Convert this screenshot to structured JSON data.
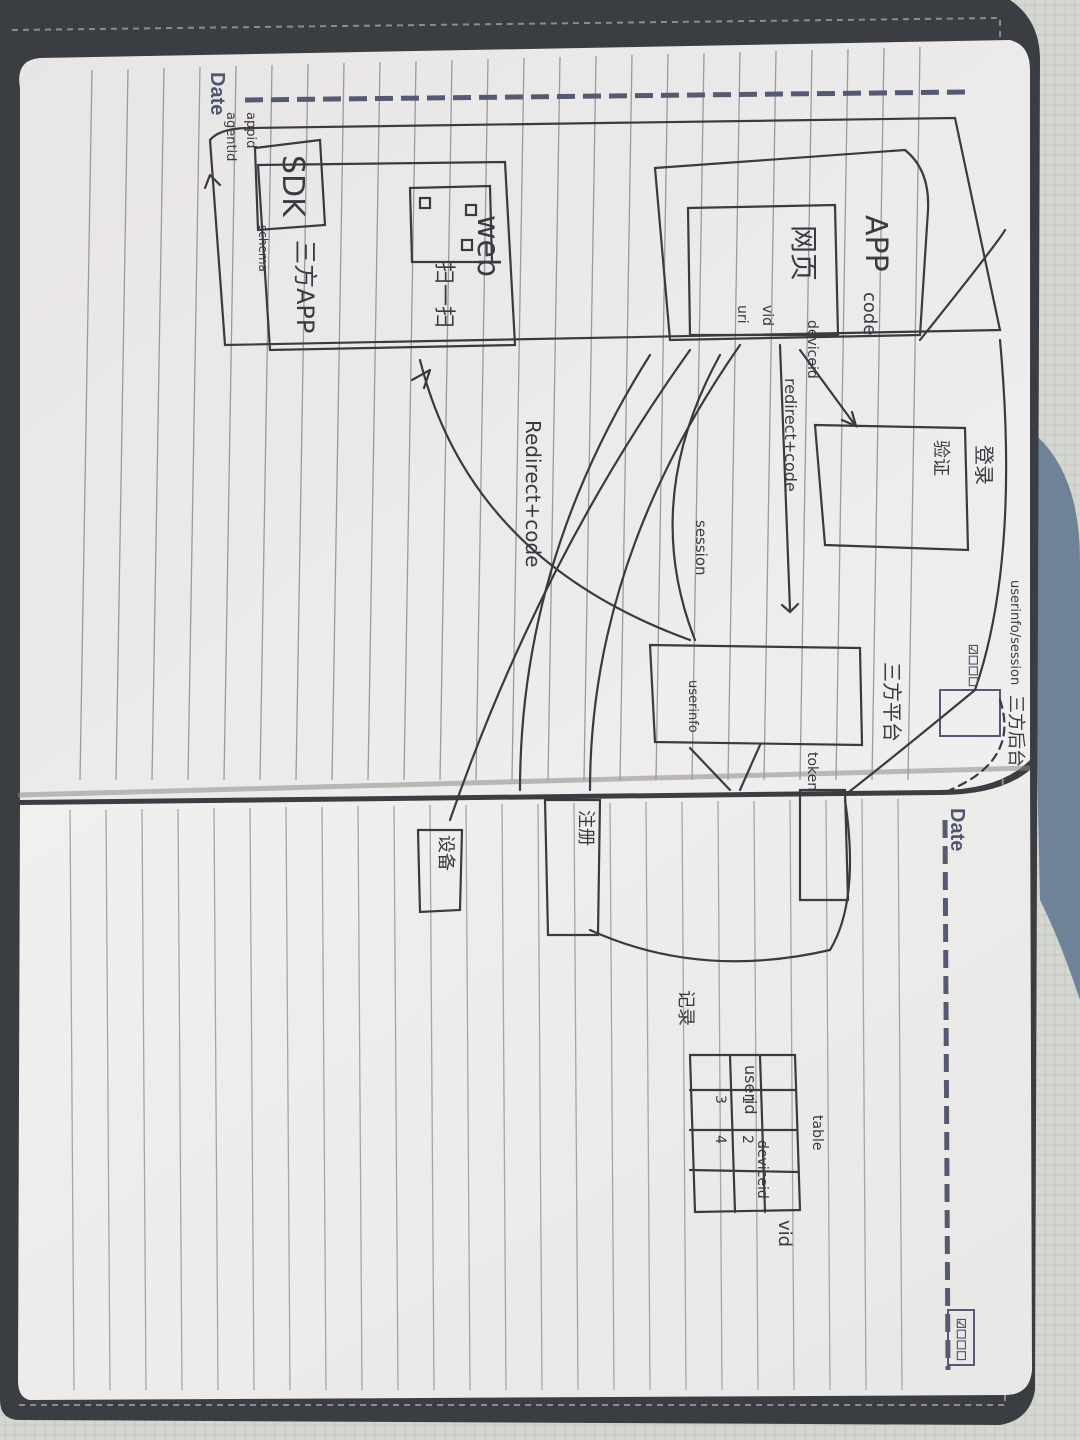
{
  "notebook": {
    "date_labels": [
      "Date",
      "Date"
    ],
    "page_markers": [
      "☑☐☐☐",
      "☑☐☐☐"
    ]
  },
  "sketch": {
    "sdk": "SDK",
    "third_app": "三方APP",
    "app": "APP",
    "page_left": "网页",
    "web": "web",
    "scan": "扫一扫",
    "labels": [
      "appid",
      "agentid",
      "code",
      "schema",
      "deviceid",
      "vid",
      "uri",
      "redirect+code",
      "Redirect+code",
      "session",
      "userinfo",
      "token",
      "userinfo/session",
      "三方平台",
      "三方后台",
      "登录",
      "验证",
      "注册",
      "设备",
      "记录",
      "table"
    ],
    "table_headers": [
      "userid",
      "deviceid",
      "vid"
    ],
    "table_values": [
      "1",
      "2",
      "3",
      "4"
    ]
  },
  "colors": {
    "paper": "#efedec",
    "ink": "#3a3a40",
    "cover": "#3a3d42",
    "cloth": "#d8dad6",
    "jeans": "#6f8398"
  }
}
